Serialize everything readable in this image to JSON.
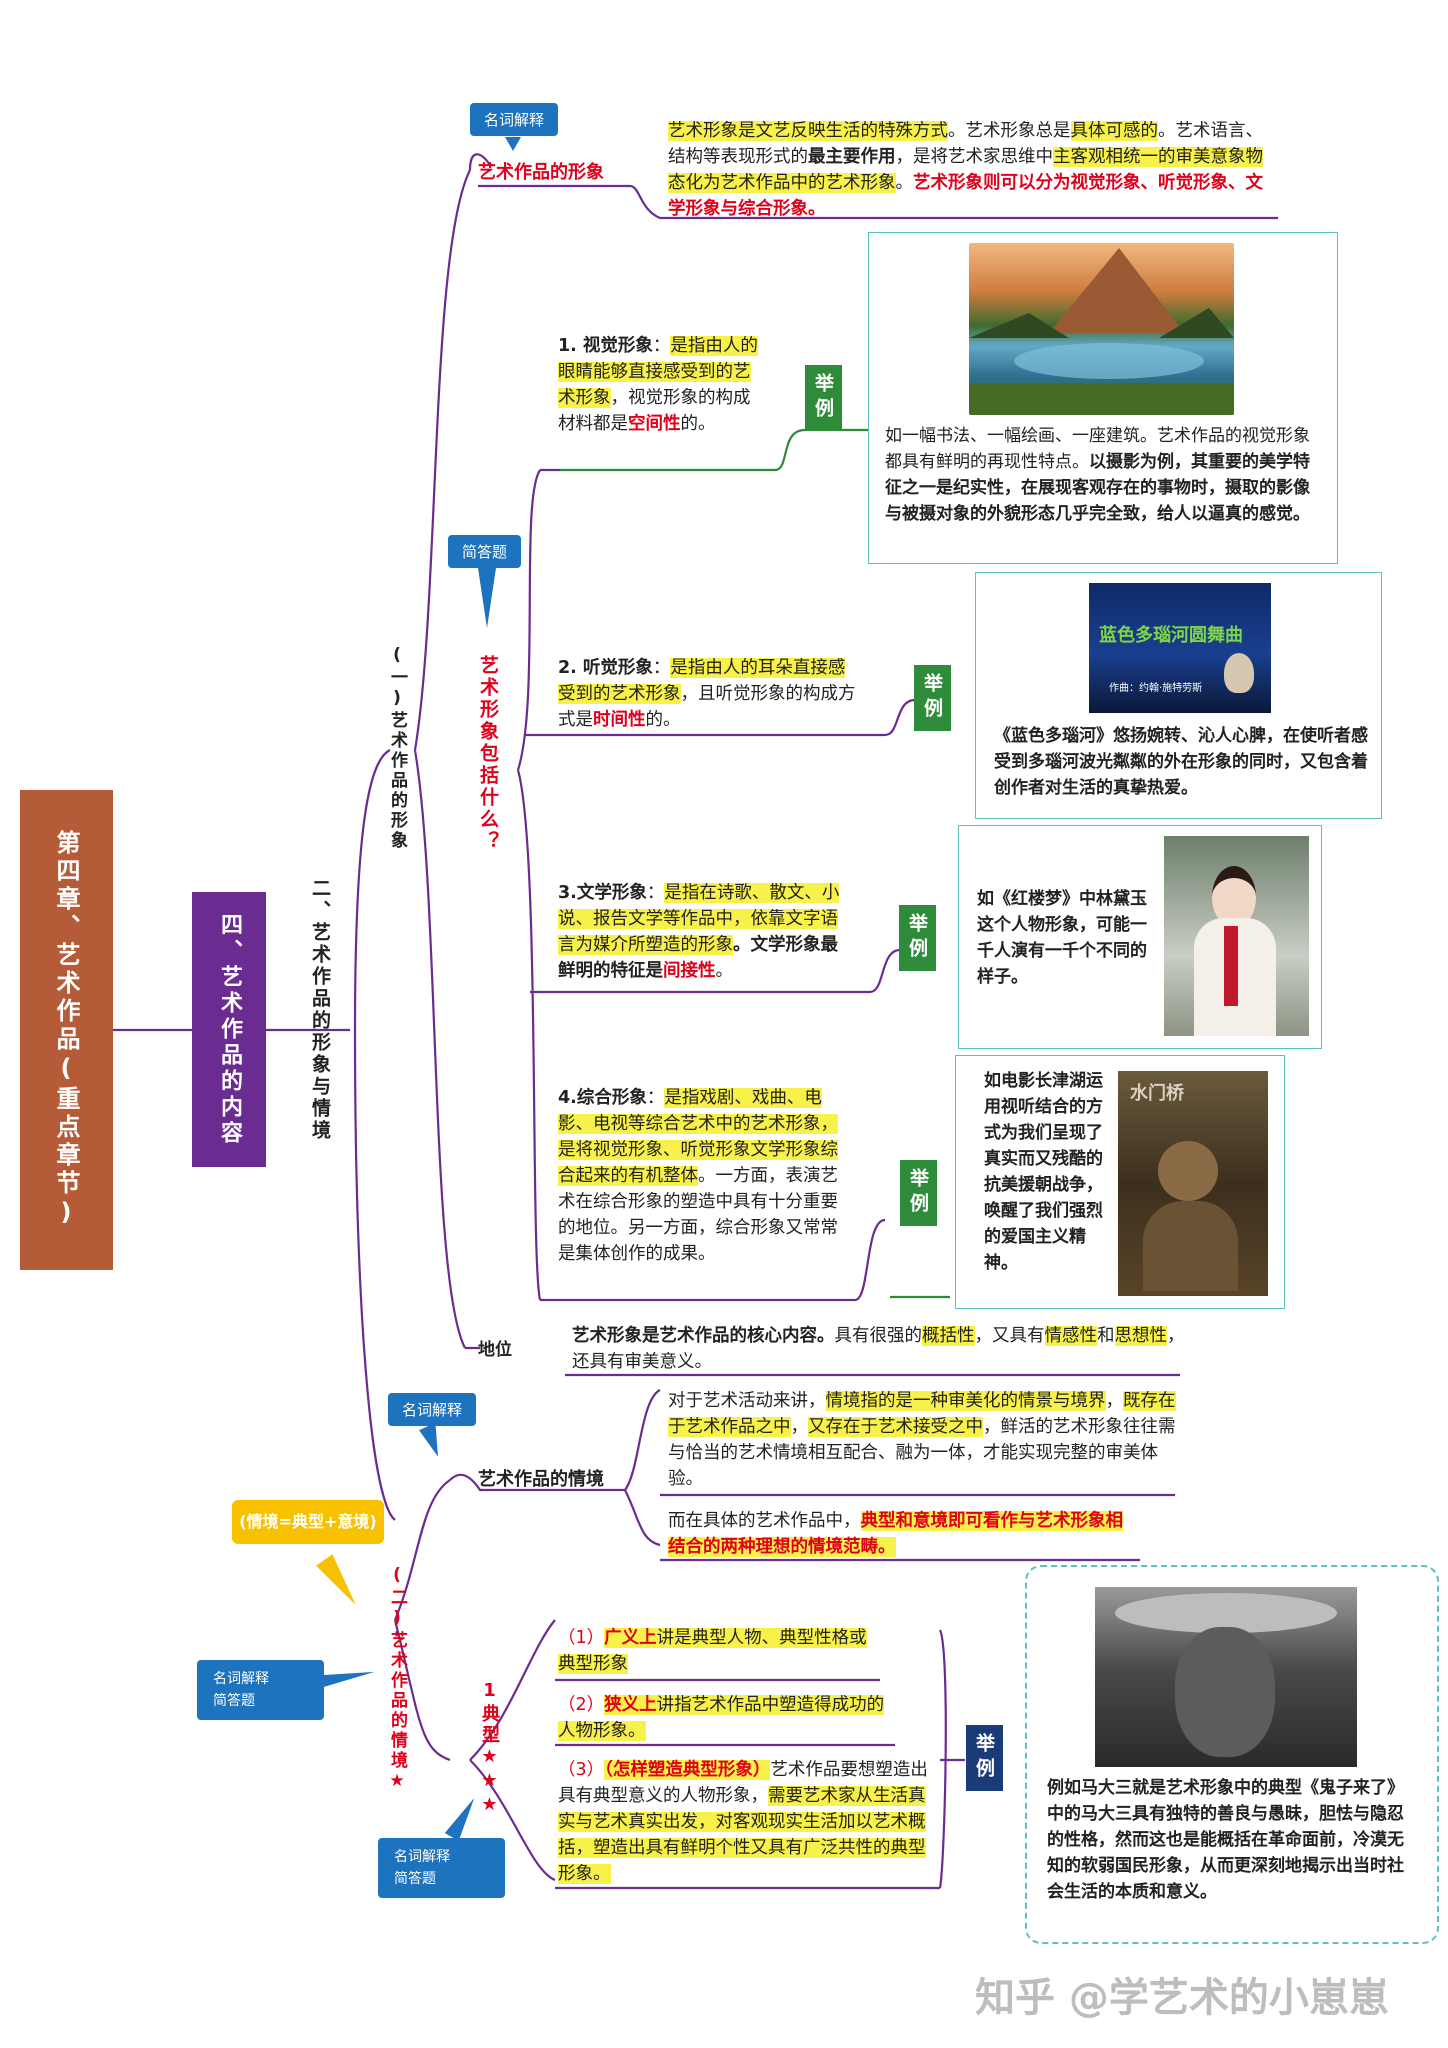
{
  "chapter": {
    "title": "第四章、艺术作品(重点章节)"
  },
  "unit": {
    "title": "四、艺术作品的内容"
  },
  "section": {
    "title": "二、艺术作品的形象与情境"
  },
  "part1": {
    "title": "(一)艺术作品的形象",
    "tag": "名词解释",
    "image_node": "艺术作品的形象",
    "definition": {
      "p1": "艺术形象是文艺反映生活的特殊方式",
      "p2": "。艺术形象总是",
      "p3": "具体可感的",
      "p4": "。艺术语言、结构等表现形式的",
      "p5": "最主要作用",
      "p6": "，是将艺术家思维中",
      "p7": "主客观相统一的审美意象物态化为艺术作品中的艺术形象",
      "p8": "。",
      "p9": "艺术形象则可以分为视觉形象、听觉形象、文学形象与综合形象。"
    },
    "question_tag": "简答题",
    "question": "艺术形象包括什么？",
    "visual": {
      "label": "1. 视觉形象",
      "t1": "：",
      "t2": "是指由人的眼睛能够直接感受到的艺术形象",
      "t3": "，视觉形象的构成材料都是",
      "t4": "空间性",
      "t5": "的。",
      "example_tag": "举例",
      "example_a": "如一幅书法、一幅绘画、一座建筑。艺术作品的视觉形象都具有鲜明的再现性特点。",
      "example_b": "以摄影为例，其重要的美学特征之一是纪实性，在展现客观存在的事物时，摄取的影像与被摄对象的外貌形态几乎完全致，给人以逼真的感觉。"
    },
    "auditory": {
      "label": "2. 听觉形象",
      "t1": "：",
      "t2": "是指由人的耳朵直接感受到的艺术形象",
      "t3": "，且听觉形象的构成方式是",
      "t4": "时间性",
      "t5": "的。",
      "example_tag": "举例",
      "poster_title": "蓝色多瑙河圆舞曲",
      "poster_sub": "作曲：约翰·施特劳斯",
      "example": "《蓝色多瑙河》悠扬婉转、沁人心脾，在使听者感受到多瑙河波光粼粼的外在形象的同时，又包含着创作者对生活的真挚热爱。"
    },
    "literary": {
      "label": "3.文学形象",
      "t1": "：",
      "t2": "是指在诗歌、散文、小说、报告文学等作品中，依靠文字语言为媒介所塑造的形象",
      "t3": "。文学形象最鲜明的特征是",
      "t4": "间接性",
      "t5": "。",
      "example_tag": "举例",
      "example": "如《红楼梦》中林黛玉这个人物形象，可能一千人演有一千个不同的样子。"
    },
    "composite": {
      "label": "4.综合形象",
      "t1": "：",
      "t2": "是指戏剧、戏曲、电影、电视等综合艺术中的艺术形象，是将视觉形象、听觉形象文学形象综合起来的有机整体",
      "t3": "。一方面，表演艺术在综合形象的塑造中具有十分重要的地位。另一方面，综合形象又常常是集体创作的成果。",
      "example_tag": "举例",
      "poster_title": "水门桥",
      "example": "如电影长津湖运用视听结合的方式为我们呈现了真实而又残酷的抗美援朝战争，唤醒了我们强烈的爱国主义精神。"
    },
    "status": {
      "label": "地位",
      "t1": "艺术形象是艺术作品的核心内容。",
      "t2": "具有很强的",
      "t3": "概括性",
      "t4": "，又具有",
      "t5": "情感性",
      "t6": "和",
      "t7": "思想性",
      "t8": "，还具有审美意义。"
    }
  },
  "part2": {
    "title": "(二)艺术作品的情境★",
    "formula_note": "(情境=典型+意境)",
    "tag": "名词解释",
    "context_node": "艺术作品的情境",
    "context_def": {
      "t1": "对于艺术活动来讲，",
      "t2": "情境指的是一种审美化的情景与境界",
      "t3": "，",
      "t4": "既存在于艺术作品之中",
      "t5": "，",
      "t6": "又存在于艺术接受之中",
      "t7": "，鲜活的艺术形象往往需与恰当的艺术情境相互配合、融为一体，才能实现完整的审美体验。"
    },
    "context_def2": {
      "t1": "而在具体的艺术作品中，",
      "t2": "典型和意境即可看作与艺术形象相结合的两种理想的情境范畴。"
    },
    "tag_left": {
      "line1": "名词解释",
      "line2": "简答题"
    },
    "tag_bottom": {
      "line1": "名词解释",
      "line2": "简答题"
    },
    "typical": {
      "label": "1典型★★★",
      "i1a": "（1）",
      "i1b": "广义上",
      "i1c": "讲是典型人物、典型性格或典型形象",
      "i2a": "（2）",
      "i2b": "狭义上",
      "i2c": "讲指艺术作品中塑造得成功的人物形象。",
      "i3a": "（3）",
      "i3b": "（怎样塑造典型形象）",
      "i3c": "艺术作品要想塑造出具有典型意义的人物形象，",
      "i3d": "需要艺术家从生活真实与艺术真实出发，对客观现实生活加以艺术概括，塑造出具有鲜明个性又具有广泛共性的典型形象。",
      "example_tag": "举例",
      "example": "例如马大三就是艺术形象中的典型《鬼子来了》中的马大三具有独特的善良与愚昧，胆怯与隐忍的性格，然而这也是能概括在革命面前，冷漠无知的软弱国民形象，从而更深刻地揭示出当时社会生活的本质和意义。"
    },
    "colors": {
      "accent_green": "#2e8b3a",
      "accent_purple": "#6b2c91",
      "accent_blue": "#1e73be",
      "accent_brown": "#b55b38",
      "highlight": "#f8f14a",
      "emphasis_red": "#e0001b"
    }
  },
  "watermark": "知乎 @学艺术的小崽崽"
}
